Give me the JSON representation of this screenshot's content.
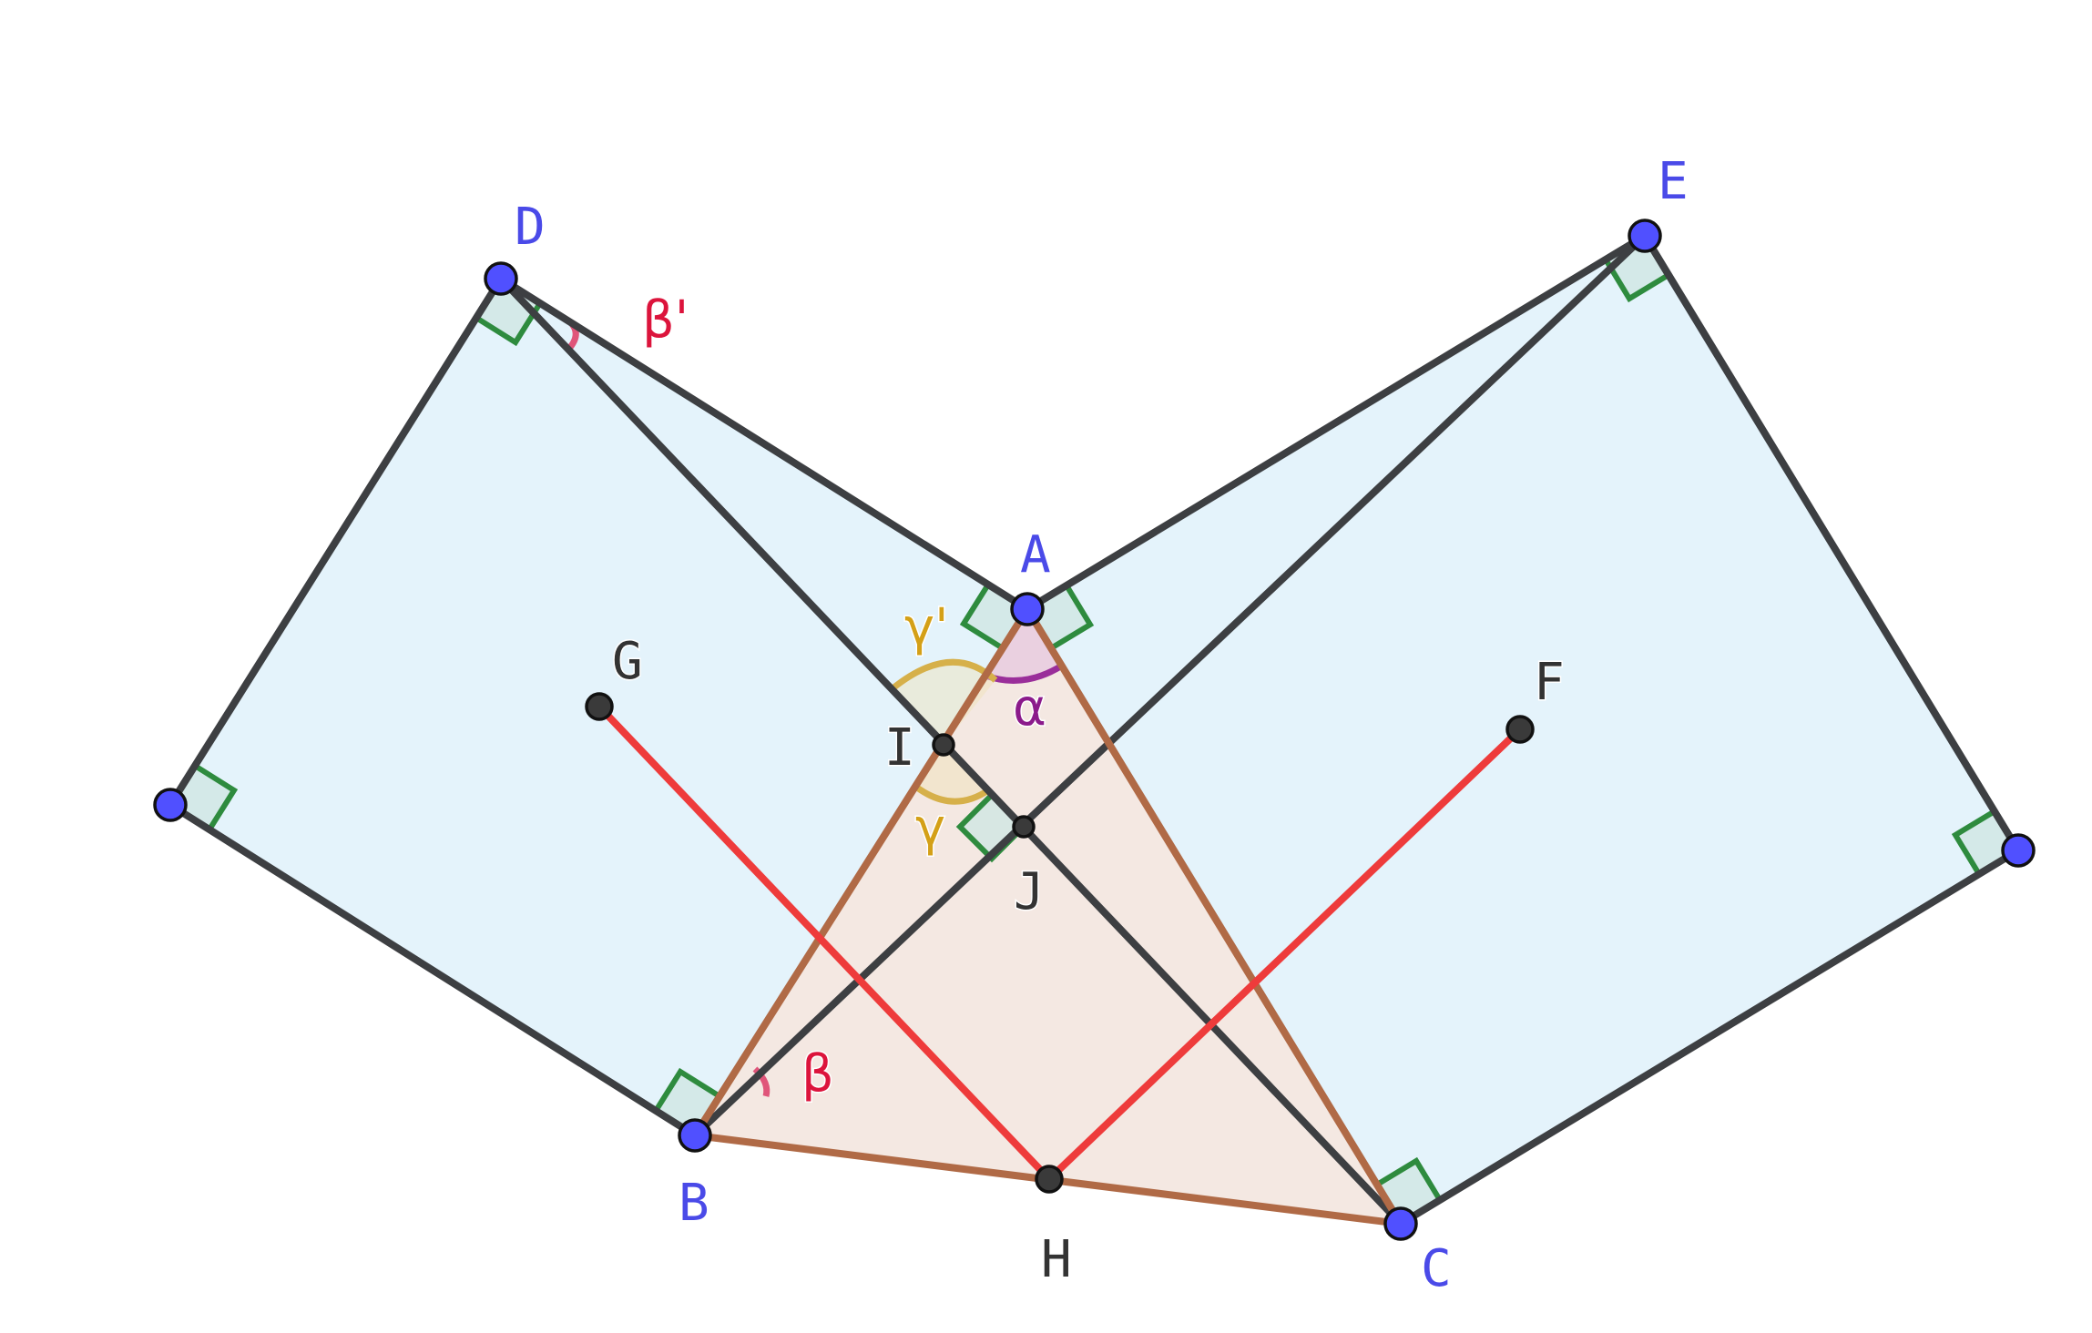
{
  "colors": {
    "square_fill": "#e3f2fb",
    "triangle_fill": "#f3e6df",
    "edge": "#3d3f42",
    "triangle_edge": "#b06a46",
    "median": "#ee3b3b",
    "right_angle": "#2e8b3e",
    "right_angle_fill": "#cfe6e3",
    "vertex_point": "#5050ff",
    "aux_point": "#3a3a3a",
    "blue_label": "#4a4ae8",
    "dark_label": "#333333",
    "beta": "#dc143c",
    "alpha": "#8b1a8b",
    "gamma": "#d4a017"
  },
  "points": {
    "A": "A",
    "B": "B",
    "C": "C",
    "D": "D",
    "E": "E",
    "F": "F",
    "G": "G",
    "H": "H",
    "I": "I",
    "J": "J"
  },
  "angles": {
    "alpha": "α",
    "beta": "β",
    "beta_prime": "β'",
    "gamma": "γ",
    "gamma_prime": "γ'"
  }
}
